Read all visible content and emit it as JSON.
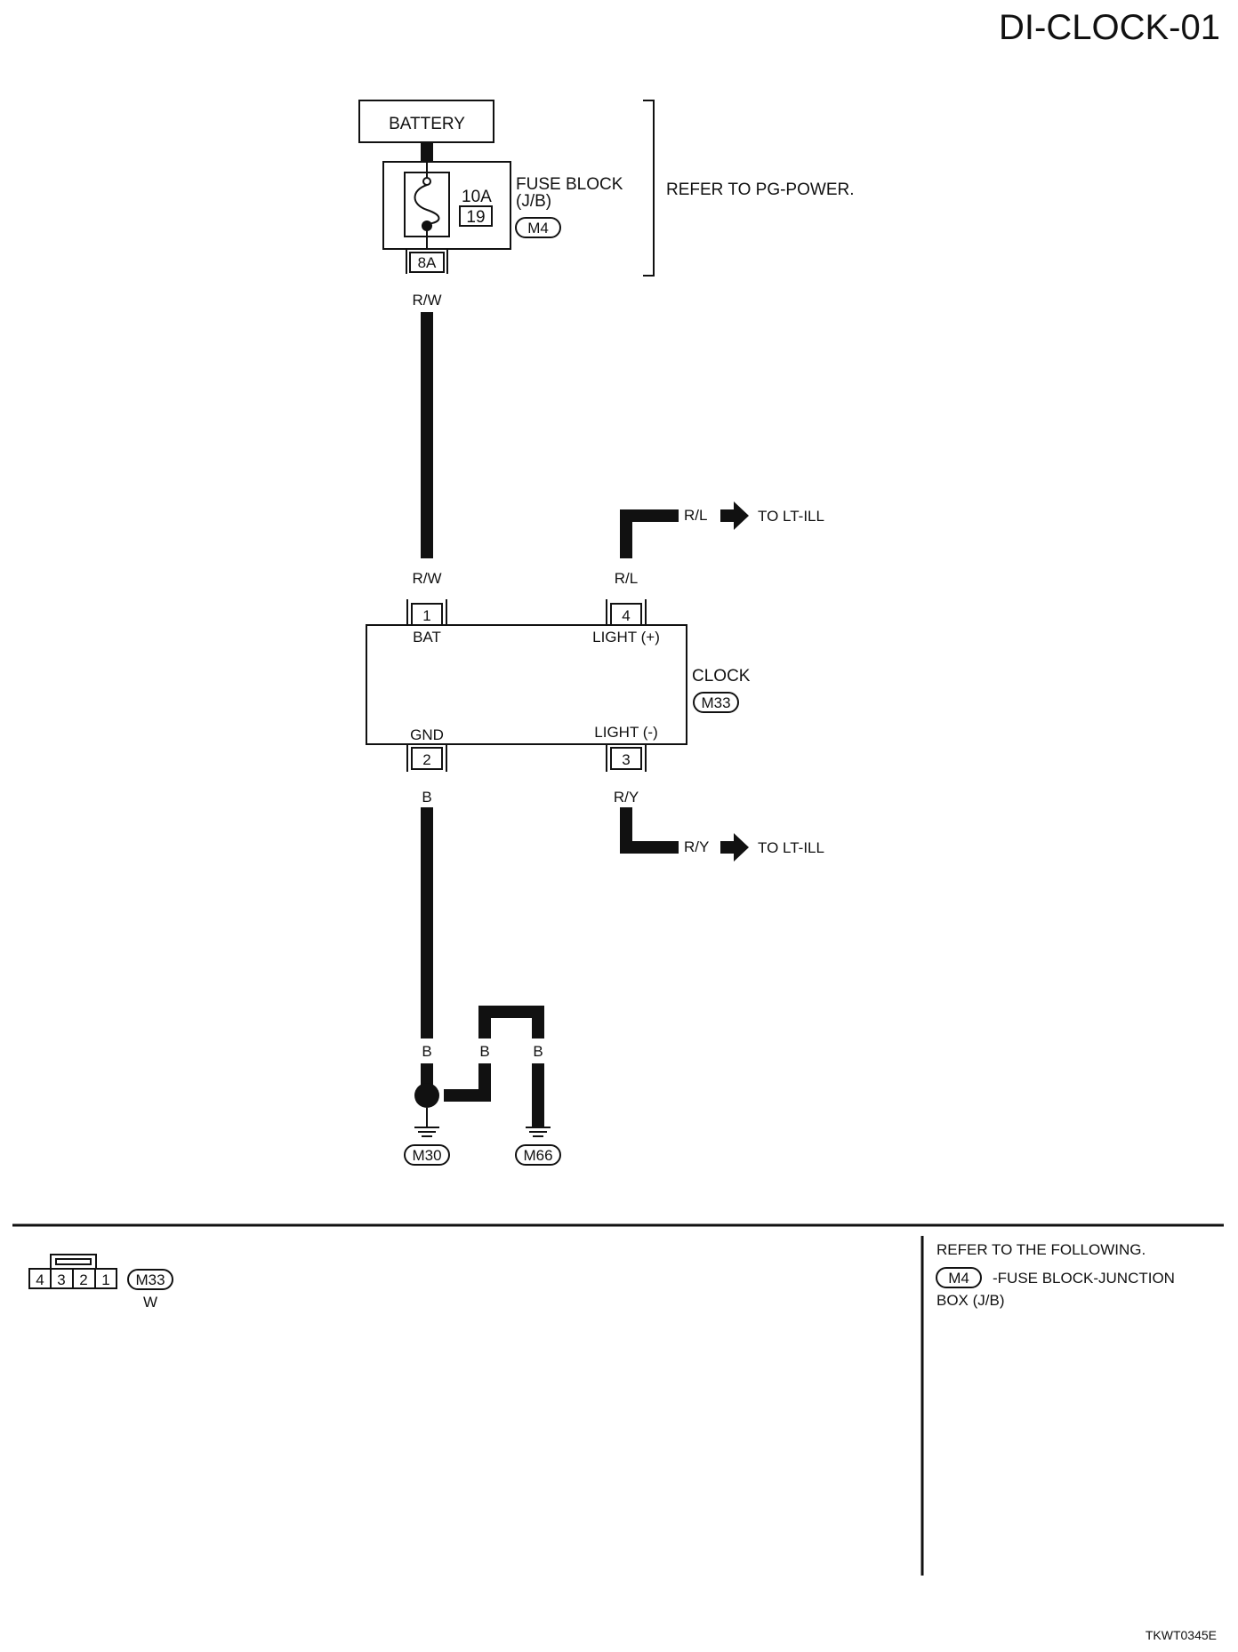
{
  "title": "DI-CLOCK-01",
  "footer_code": "TKWT0345E",
  "power": {
    "battery_label": "BATTERY",
    "fuse_block_label": "FUSE BLOCK",
    "fuse_block_sub": "(J/B)",
    "fuse_rating": "10A",
    "fuse_number": "19",
    "fuse_connector": "M4",
    "fuse_terminal": "8A",
    "refer_note": "REFER TO PG-POWER."
  },
  "wires": {
    "battery_to_clock": "R/W",
    "battery_to_clock_end": "R/W",
    "light_plus": "R/L",
    "light_plus_out": "R/L",
    "light_minus": "R/Y",
    "light_minus_out": "R/Y",
    "gnd": "B",
    "gnd_main": "B",
    "gnd_branch_left": "B",
    "gnd_branch_right": "B"
  },
  "destinations": {
    "light_plus_to": "TO LT-ILL",
    "light_minus_to": "TO LT-ILL"
  },
  "clock": {
    "label": "CLOCK",
    "connector": "M33",
    "pins": {
      "bat_num": "1",
      "bat_label": "BAT",
      "light_plus_num": "4",
      "light_plus_label": "LIGHT (+)",
      "gnd_num": "2",
      "gnd_label": "GND",
      "light_minus_num": "3",
      "light_minus_label": "LIGHT (-)"
    }
  },
  "grounds": [
    "M30",
    "M66"
  ],
  "connector_view": {
    "pins": [
      "4",
      "3",
      "2",
      "1"
    ],
    "connector": "M33",
    "color": "W"
  },
  "refer_following": {
    "heading": "REFER TO THE FOLLOWING.",
    "connector": "M4",
    "desc_line1": "-FUSE BLOCK-JUNCTION",
    "desc_line2": "BOX (J/B)"
  }
}
